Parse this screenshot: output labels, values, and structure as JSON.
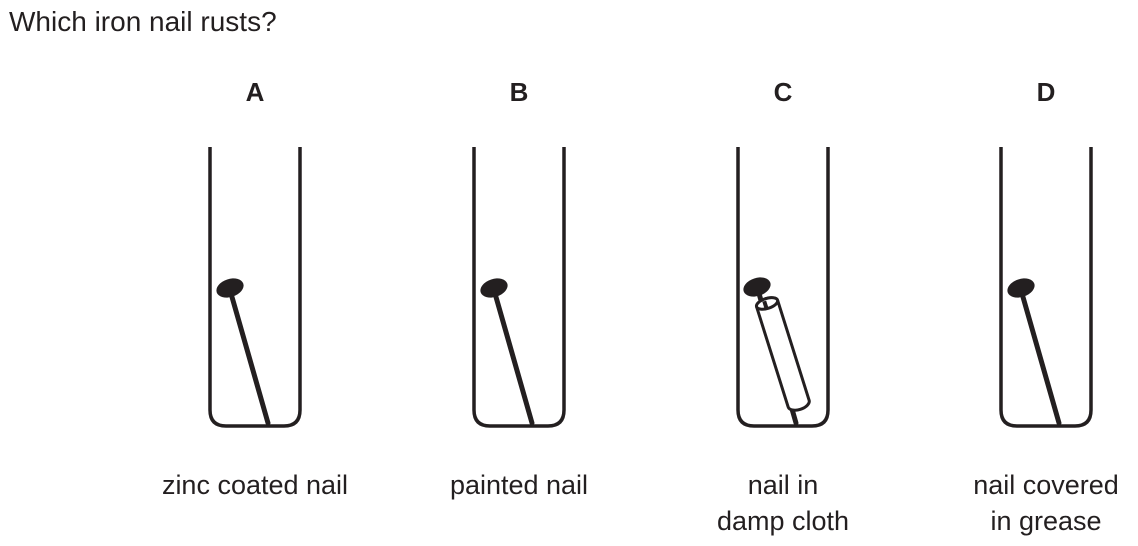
{
  "question": "Which iron nail rusts?",
  "options": [
    {
      "letter": "A",
      "caption_lines": [
        "zinc coated nail"
      ],
      "cloth_wrapped": false
    },
    {
      "letter": "B",
      "caption_lines": [
        "painted nail"
      ],
      "cloth_wrapped": false
    },
    {
      "letter": "C",
      "caption_lines": [
        "nail in",
        "damp cloth"
      ],
      "cloth_wrapped": true
    },
    {
      "letter": "D",
      "caption_lines": [
        "nail covered",
        "in grease"
      ],
      "cloth_wrapped": false
    }
  ],
  "colors": {
    "ink": "#231f20",
    "background": "#ffffff"
  }
}
